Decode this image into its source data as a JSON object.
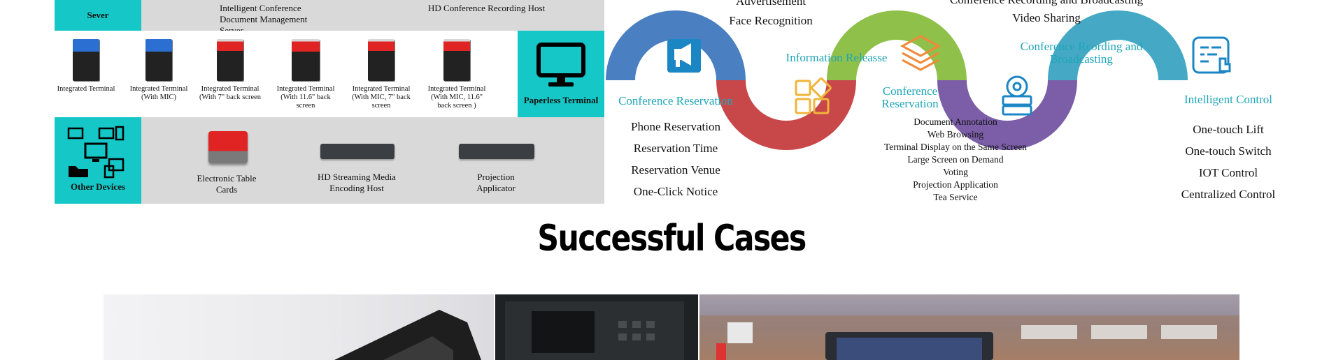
{
  "system": {
    "server_label": "Sever",
    "top_labels": [
      "Intelligent Conference Document Management Server",
      "HD Conference Recording Host"
    ],
    "terminals": [
      {
        "label": "Integrated Terminal"
      },
      {
        "label": "Integrated Terminal (With MIC)"
      },
      {
        "label": "Integrated Terminal (With 7\" back screen"
      },
      {
        "label": "Integrated Terminal (With 11.6\" back screen"
      },
      {
        "label": "Integrated Terminal (With MIC, 7\" back screen"
      },
      {
        "label": "Integrated Terminal (With MIC, 11.6\" back screen )"
      }
    ],
    "paperless_label": "Paperless Terminal",
    "other_devices_label": "Other Devices",
    "bottom_devices": [
      "Electronic Table Cards",
      "HD Streaming Media Encoding Host",
      "Projection Applicator"
    ]
  },
  "functions": {
    "top_items_left": [
      "Advertisement",
      "Face Recognition"
    ],
    "top_items_right": [
      "Conference Recording and Broadcasting",
      "Video Sharing"
    ],
    "reservation": {
      "title": "Conference Reservation",
      "items": [
        "Phone Reservation",
        "Reservation Time",
        "Reservation Venue",
        "One-Click Notice"
      ]
    },
    "info_release": {
      "title": "Information Releasse"
    },
    "conference_reservation_2": {
      "title": "Conference Reservation",
      "items": [
        "Document Annotation",
        "Web Browsing",
        "Terminal Display on the Same Screen",
        "Large Screen on Demand",
        "Voting",
        "Projection Application",
        "Tea Service"
      ]
    },
    "recording": {
      "title": "Conference Rcording and Broadcasting"
    },
    "intelligent": {
      "title": "Intelligent Control",
      "items": [
        "One-touch Lift",
        "One-touch Switch",
        "IOT Control",
        "Centralized Control"
      ]
    },
    "colors": {
      "blue": "#4a7fc1",
      "red": "#c8484a",
      "green": "#8fc04a",
      "purple": "#7b5ea7",
      "teal": "#45a9c6",
      "title_teal": "#1fa6b8",
      "accent": "#15c7c6"
    }
  },
  "section": {
    "title": "Successful Cases"
  }
}
